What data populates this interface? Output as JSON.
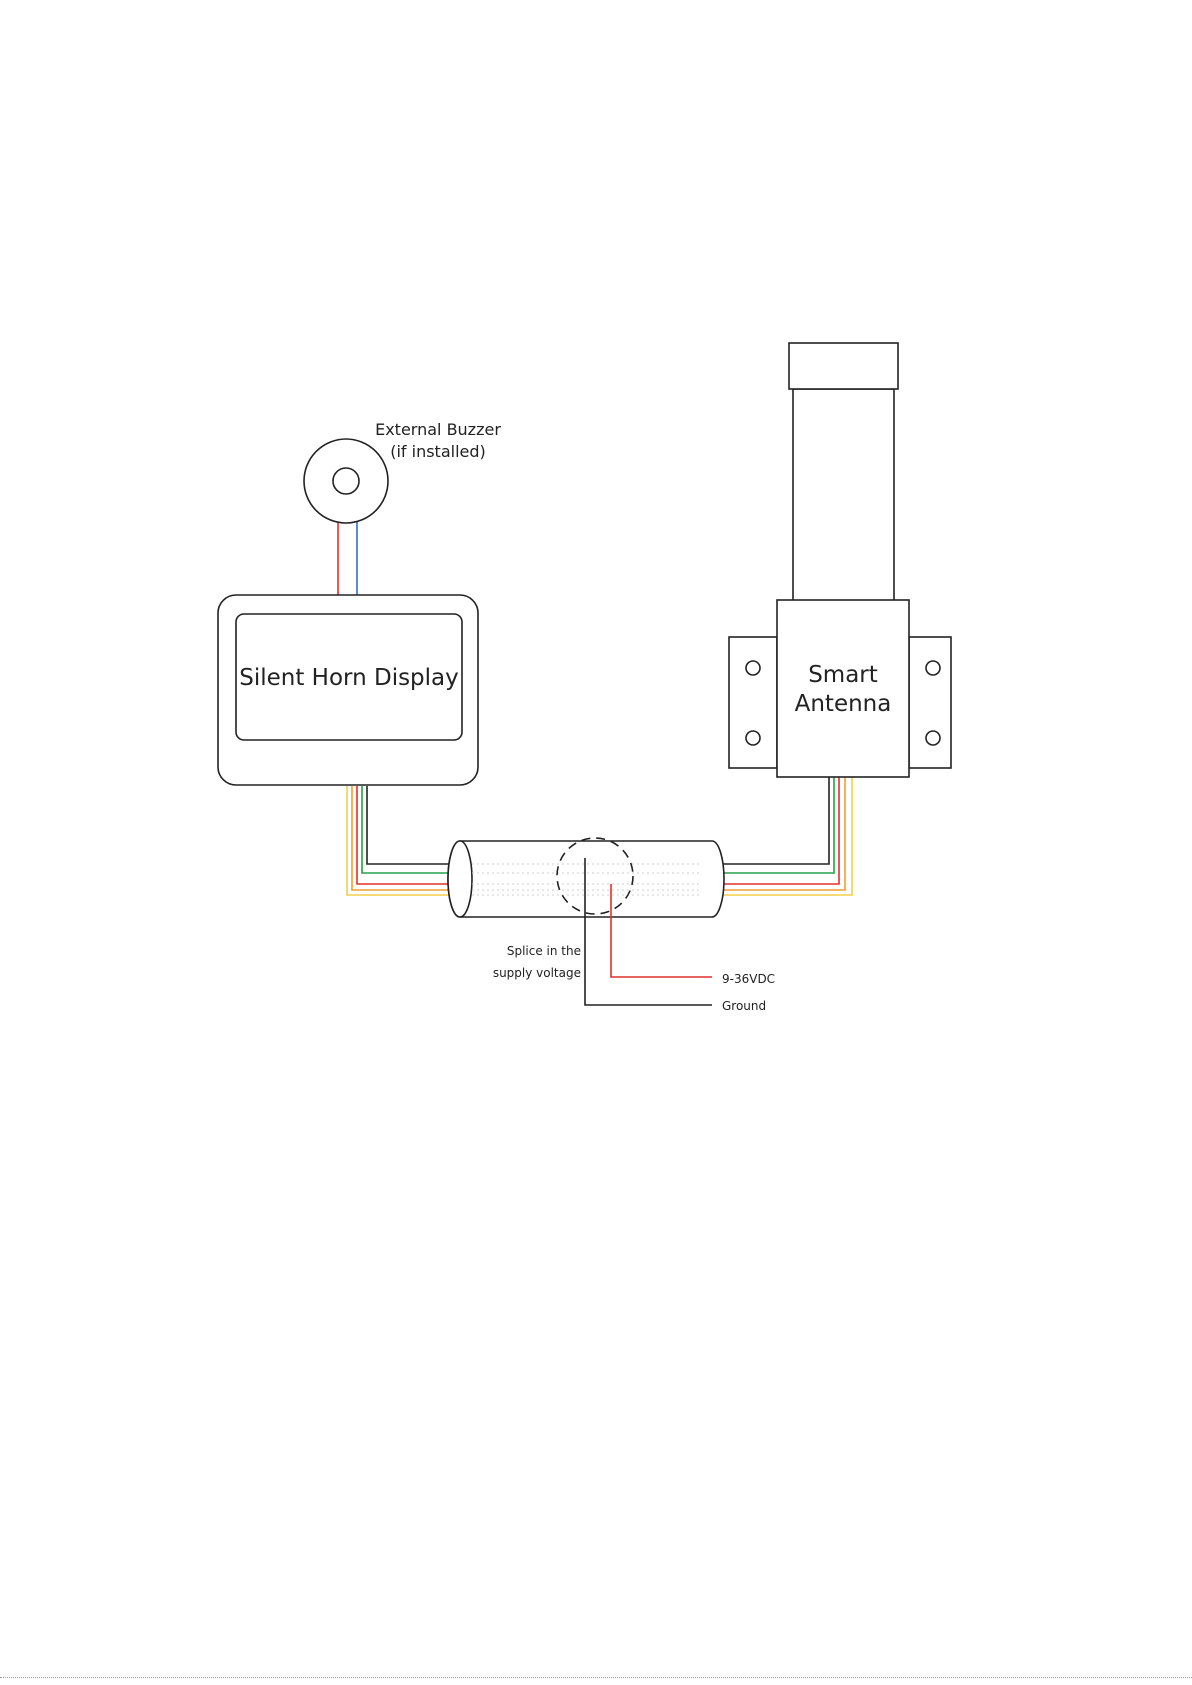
{
  "labels": {
    "buzzer_line1": "External Buzzer",
    "buzzer_line2": "(if installed)",
    "display": "Silent Horn Display",
    "antenna_line1": "Smart",
    "antenna_line2": "Antenna",
    "splice_line1": "Splice in the",
    "splice_line2": "supply voltage",
    "supply": "9-36VDC",
    "ground": "Ground"
  },
  "colors": {
    "outline": "#222222",
    "wire_red": "#e0302c",
    "wire_blue": "#2f6fd0",
    "wire_green": "#27a04a",
    "wire_orange": "#f0a030",
    "wire_yellow": "#f2d04a",
    "wire_black": "#222222"
  }
}
